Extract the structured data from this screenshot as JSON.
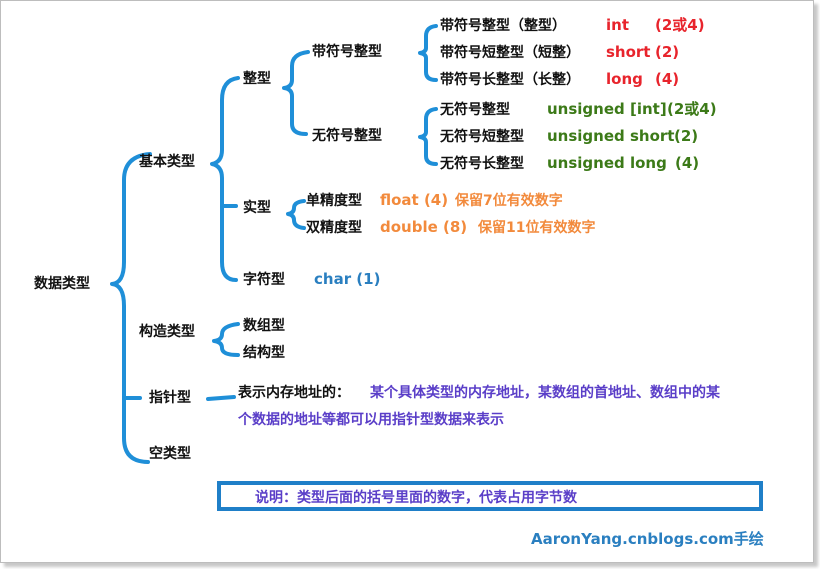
{
  "root": "数据类型",
  "basic": {
    "label": "基本类型",
    "integer": {
      "label": "整型",
      "signed": {
        "label": "带符号整型",
        "items": [
          {
            "name": "带符号整型（整型）",
            "ctype": "int",
            "size": "(2或4)"
          },
          {
            "name": "带符号短整型（短整）",
            "ctype": "short",
            "size": "(2)"
          },
          {
            "name": "带符号长整型（长整）",
            "ctype": "long",
            "size": "(4)"
          }
        ]
      },
      "unsigned": {
        "label": "无符号整型",
        "items": [
          {
            "name": "无符号整型",
            "ctype": "unsigned [int]",
            "size": "(2或4)"
          },
          {
            "name": "无符号短整型",
            "ctype": "unsigned short",
            "size": "(2)"
          },
          {
            "name": "无符号长整型",
            "ctype": "unsigned long",
            "size": "(4)"
          }
        ]
      }
    },
    "real": {
      "label": "实型",
      "items": [
        {
          "name": "单精度型",
          "ctype": "float (4)",
          "desc": "保留7位有效数字"
        },
        {
          "name": "双精度型",
          "ctype": "double (8)",
          "desc": "保留11位有效数字"
        }
      ]
    },
    "char": {
      "label": "字符型",
      "ctype": "char (1)"
    }
  },
  "constructed": {
    "label": "构造类型",
    "items": [
      "数组型",
      "结构型"
    ]
  },
  "pointer": {
    "label": "指针型",
    "desc_label": "表示内存地址的：",
    "desc_line1": "某个具体类型的内存地址，某数组的首地址、数组中的某",
    "desc_line2": "个数据的地址等都可以用指针型数据来表示"
  },
  "void": {
    "label": "空类型"
  },
  "note": "说明：类型后面的括号里面的数字，代表占用字节数",
  "credit": "AaronYang.cnblogs.com手绘",
  "colors": {
    "brace": "#1f8fd8",
    "red": "#e8242c",
    "orange": "#f28a3c",
    "green": "#3c7a18",
    "blue": "#2a7fc0",
    "purple": "#5a3ec8"
  }
}
